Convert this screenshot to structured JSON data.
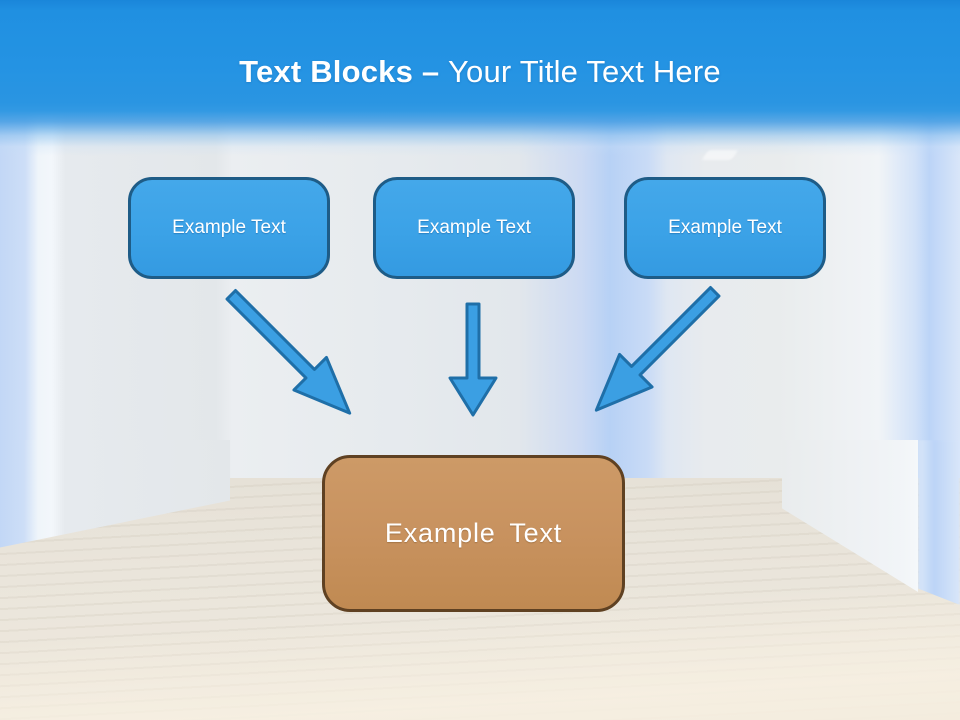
{
  "slide": {
    "title": {
      "bold": "Text Blocks –",
      "regular": "Your Title Text Here"
    },
    "blocks": [
      {
        "label": "Example Text"
      },
      {
        "label": "Example Text"
      },
      {
        "label": "Example Text"
      }
    ],
    "result_block": {
      "label": "Example Text"
    },
    "arrows": [
      {
        "name": "arrow-down-right-icon",
        "direction": "down-right"
      },
      {
        "name": "arrow-down-icon",
        "direction": "down"
      },
      {
        "name": "arrow-down-left-icon",
        "direction": "down-left"
      }
    ],
    "colors": {
      "header_blue": "#2493E3",
      "block_fill": "#3BA2E7",
      "block_border": "#1E5C87",
      "arrow_fill": "#3B9FE3",
      "arrow_border": "#1F6FA8",
      "result_fill": "#C8925F",
      "result_border": "#5F4122",
      "text_color": "#FFFFFF"
    }
  }
}
